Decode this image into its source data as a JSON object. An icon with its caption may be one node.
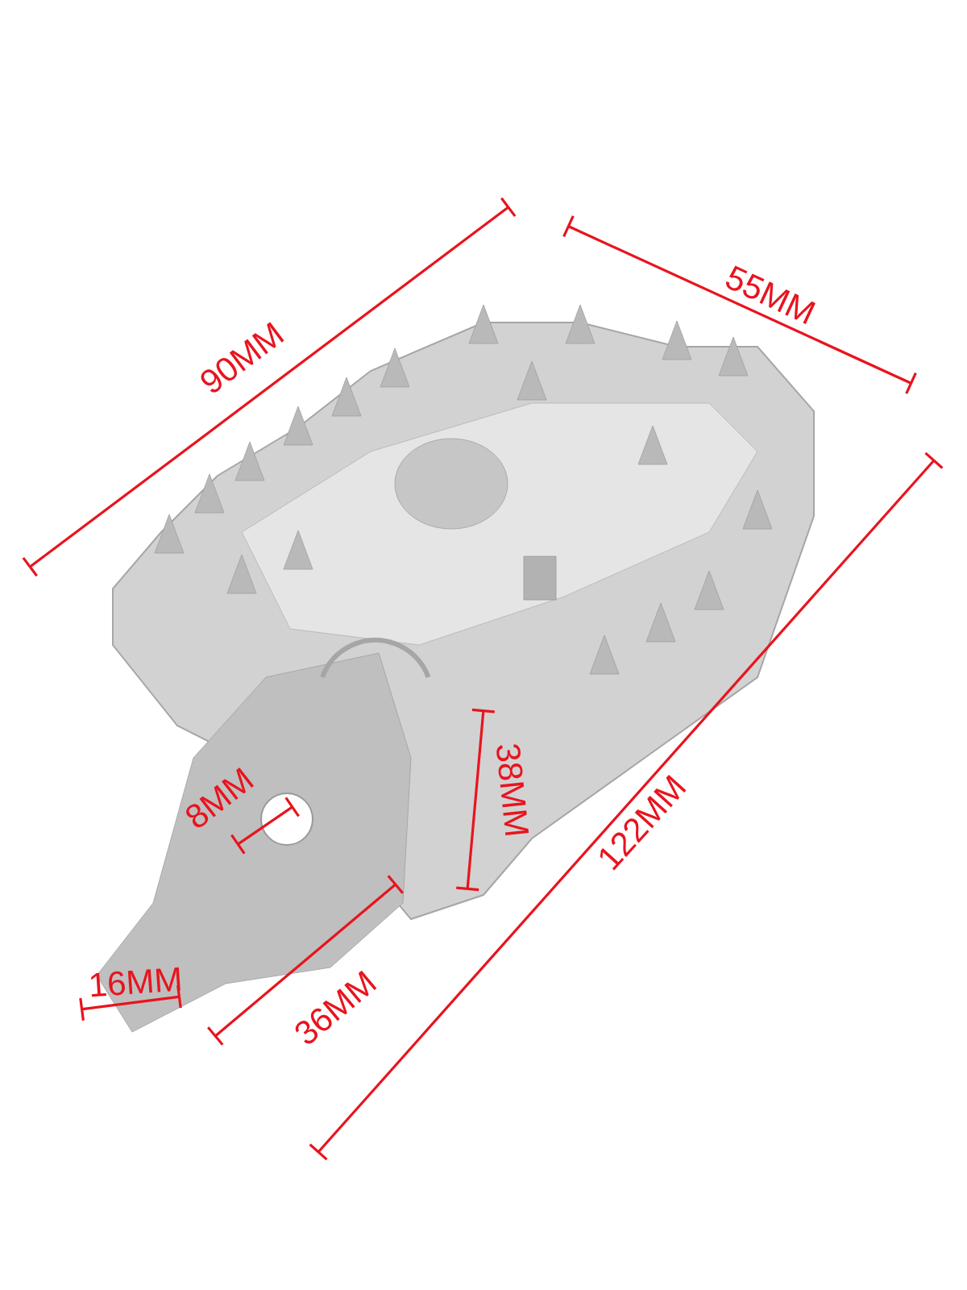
{
  "diagram": {
    "labels": [
      "90MM",
      "55MM",
      "122MM",
      "38MM",
      "8MM",
      "36MM",
      "16MM"
    ]
  }
}
